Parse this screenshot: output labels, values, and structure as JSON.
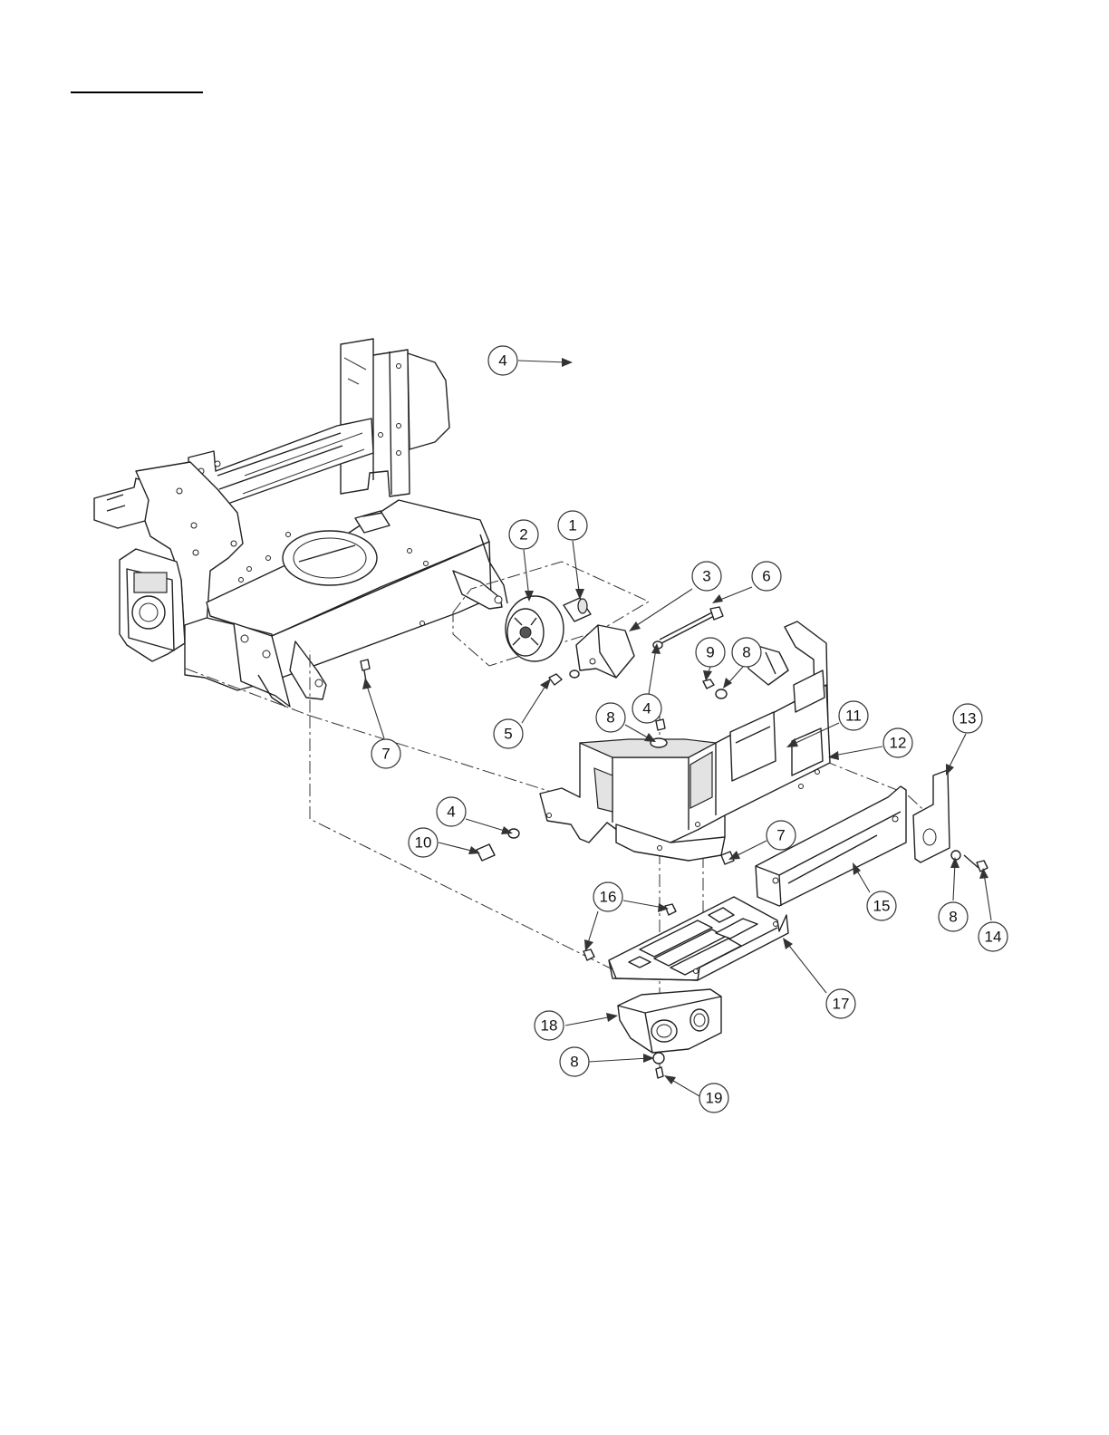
{
  "callouts": [
    {
      "id": "1",
      "label": "1"
    },
    {
      "id": "2",
      "label": "2"
    },
    {
      "id": "3",
      "label": "3"
    },
    {
      "id": "6",
      "label": "6"
    },
    {
      "id": "9",
      "label": "9"
    },
    {
      "id": "8a",
      "label": "8"
    },
    {
      "id": "4a",
      "label": "4"
    },
    {
      "id": "4b",
      "label": "4"
    },
    {
      "id": "5",
      "label": "5"
    },
    {
      "id": "8b",
      "label": "8"
    },
    {
      "id": "7a",
      "label": "7"
    },
    {
      "id": "11",
      "label": "11"
    },
    {
      "id": "12",
      "label": "12"
    },
    {
      "id": "13",
      "label": "13"
    },
    {
      "id": "4c",
      "label": "4"
    },
    {
      "id": "10",
      "label": "10"
    },
    {
      "id": "7b",
      "label": "7"
    },
    {
      "id": "15",
      "label": "15"
    },
    {
      "id": "8c",
      "label": "8"
    },
    {
      "id": "14",
      "label": "14"
    },
    {
      "id": "16",
      "label": "16"
    },
    {
      "id": "17",
      "label": "17"
    },
    {
      "id": "18",
      "label": "18"
    },
    {
      "id": "8d",
      "label": "8"
    },
    {
      "id": "19",
      "label": "19"
    }
  ]
}
